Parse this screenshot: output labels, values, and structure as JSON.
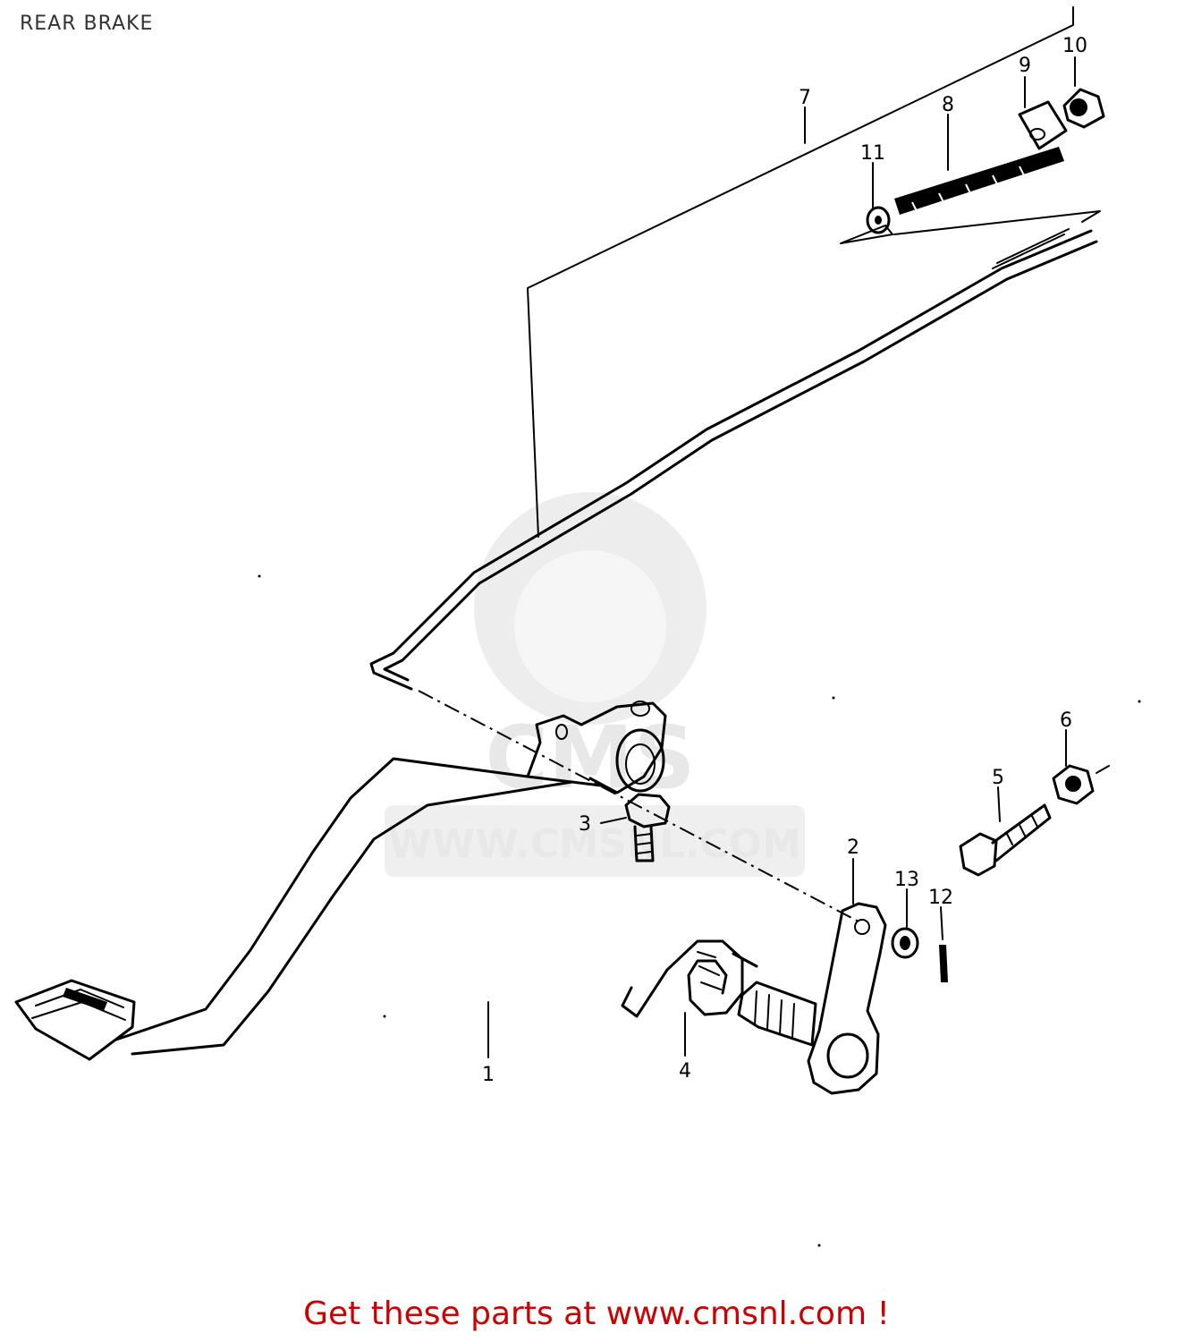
{
  "page": {
    "title": "REAR BRAKE"
  },
  "watermark": {
    "brand": "CMS",
    "url": "WWW.CMSNL.COM"
  },
  "callouts": [
    {
      "id": "c1",
      "label": "1"
    },
    {
      "id": "c2",
      "label": "2"
    },
    {
      "id": "c3",
      "label": "3"
    },
    {
      "id": "c4",
      "label": "4"
    },
    {
      "id": "c5",
      "label": "5"
    },
    {
      "id": "c6",
      "label": "6"
    },
    {
      "id": "c7",
      "label": "7"
    },
    {
      "id": "c8",
      "label": "8"
    },
    {
      "id": "c9",
      "label": "9"
    },
    {
      "id": "c10",
      "label": "10"
    },
    {
      "id": "c11",
      "label": "11"
    },
    {
      "id": "c12",
      "label": "12"
    },
    {
      "id": "c13",
      "label": "13"
    }
  ],
  "footer": {
    "link_text": "Get these parts at www.cmsnl.com !",
    "color": "#cc0000"
  }
}
